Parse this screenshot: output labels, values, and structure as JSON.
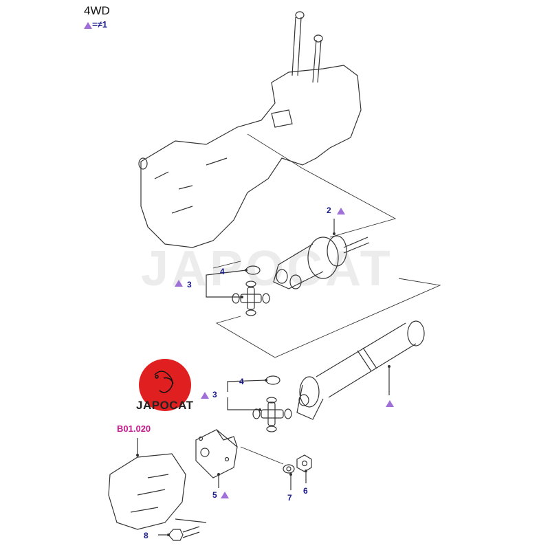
{
  "header": {
    "title": "4WD",
    "note": "=≠1",
    "note_marker_color": "#a070d8"
  },
  "watermark": "JAPOCAT",
  "logo": {
    "text": "JAPOCAT",
    "color": "#e02020"
  },
  "ref_code": "B01.020",
  "callouts": [
    {
      "id": "c2",
      "label": "2",
      "marker": true
    },
    {
      "id": "c4a",
      "label": "4",
      "marker": false
    },
    {
      "id": "c3a",
      "label": "3",
      "marker": true
    },
    {
      "id": "c4b",
      "label": "4",
      "marker": false
    },
    {
      "id": "c3b",
      "label": "3",
      "marker": true
    },
    {
      "id": "c5",
      "label": "5",
      "marker": true
    },
    {
      "id": "c7",
      "label": "7",
      "marker": false
    },
    {
      "id": "c6",
      "label": "6",
      "marker": false
    },
    {
      "id": "c8",
      "label": "8",
      "marker": false
    }
  ],
  "colors": {
    "callout": "#1a1a8c",
    "ref": "#c21a8a",
    "marker": "#a070d8",
    "line": "#333333"
  }
}
